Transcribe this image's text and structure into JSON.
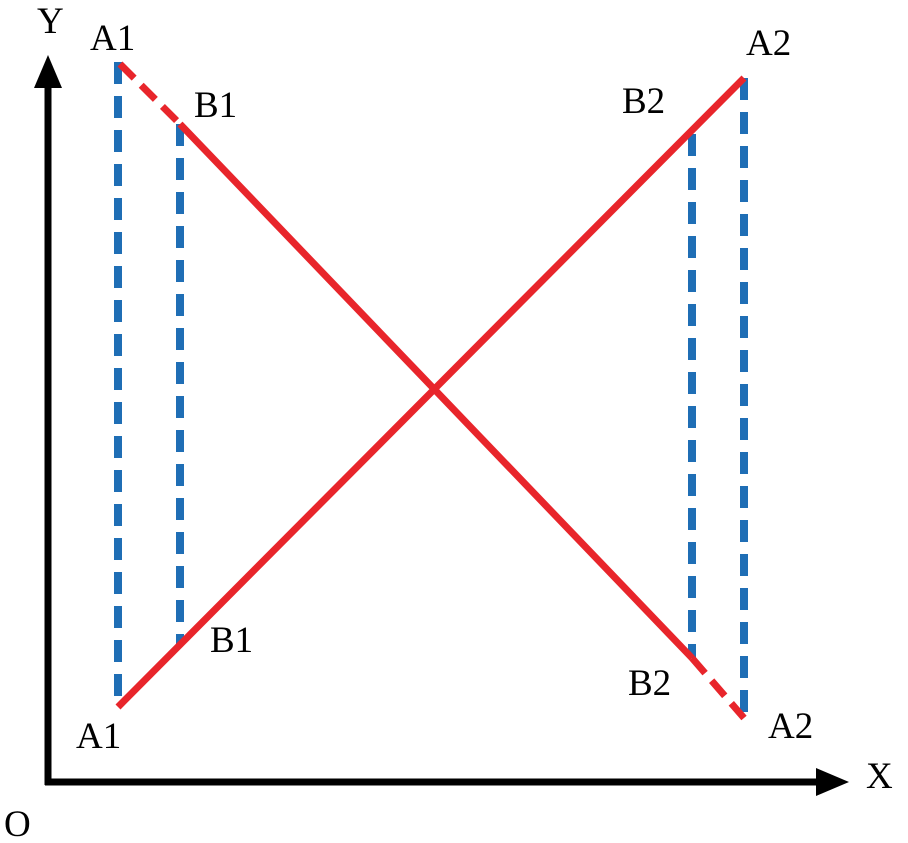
{
  "colors": {
    "axis": "#000000",
    "red_line": "#e8252b",
    "blue_dash": "#1f6eb5",
    "background": "#ffffff"
  },
  "axes": {
    "x_label": "X",
    "y_label": "Y",
    "origin_label": "O"
  },
  "points": {
    "a1_top": "A1",
    "b1_top": "B1",
    "a1_bottom": "A1",
    "b1_bottom": "B1",
    "a2_top": "A2",
    "b2_top": "B2",
    "a2_bottom": "A2",
    "b2_bottom": "B2"
  },
  "geometry": {
    "a1_top": [
      118,
      62
    ],
    "b1_top": [
      180,
      124
    ],
    "a1_bottom": [
      118,
      707
    ],
    "b1_bottom": [
      180,
      645
    ],
    "a2_top": [
      744,
      78
    ],
    "b2_top": [
      692,
      134
    ],
    "a2_bottom": [
      744,
      718
    ],
    "b2_bottom": [
      692,
      658
    ],
    "intersection": [
      433,
      390
    ]
  }
}
